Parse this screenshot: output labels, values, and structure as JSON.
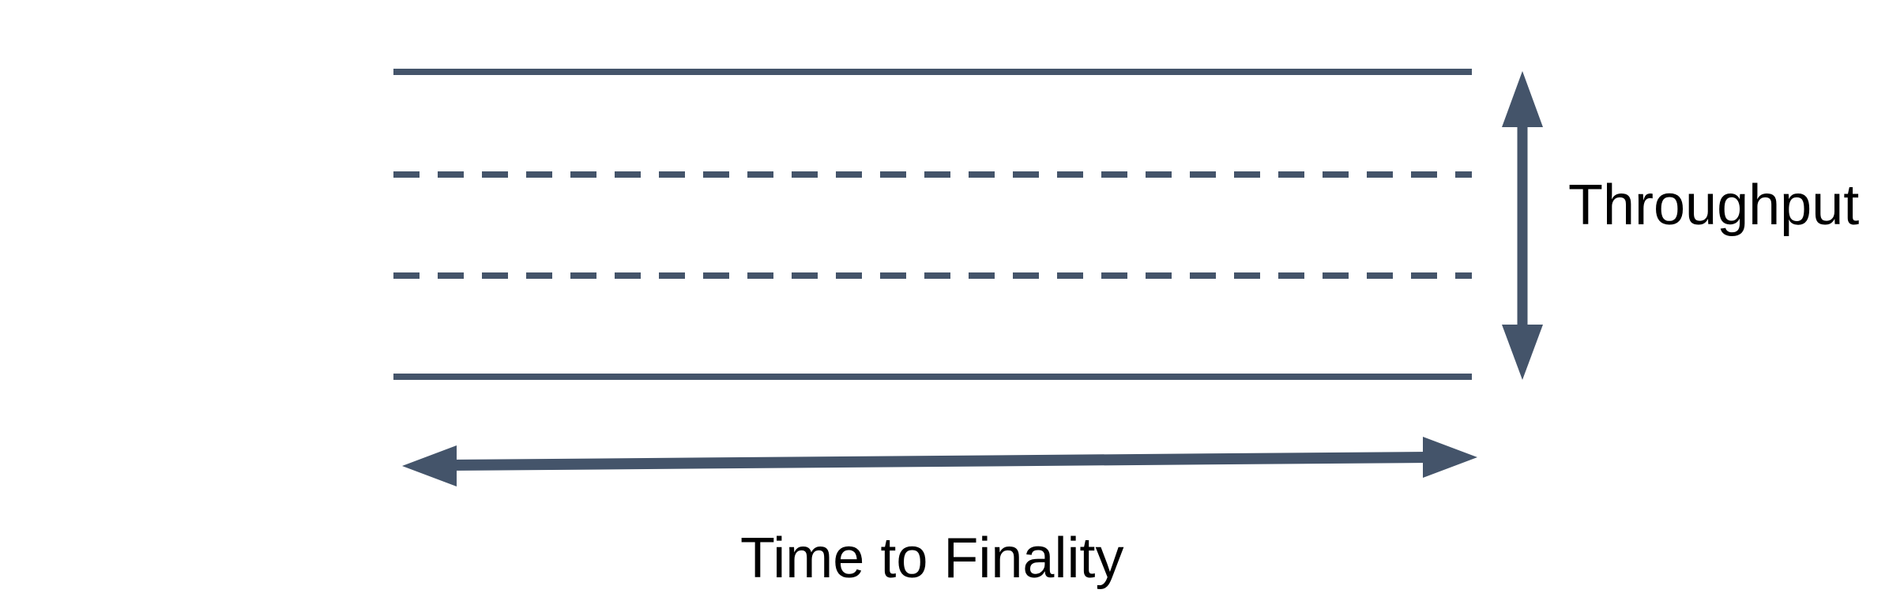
{
  "diagram": {
    "labels": {
      "throughput": "Throughput",
      "time_to_finality": "Time to Finality"
    },
    "colors": {
      "accent": "#44546A",
      "label_text": "#000000",
      "background": "#FFFFFF"
    },
    "elements": {
      "top_boundary_line": "solid",
      "middle_line_1": "dashed",
      "middle_line_2": "dashed",
      "bottom_boundary_line": "solid",
      "vertical_axis_arrow": "double-headed, spans band height, labeled Throughput",
      "horizontal_axis_arrow": "double-headed, spans band width, labeled Time to Finality"
    }
  }
}
